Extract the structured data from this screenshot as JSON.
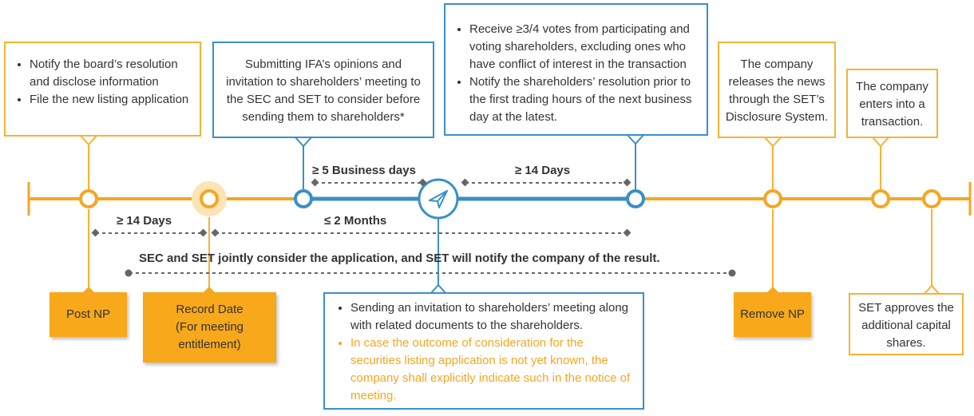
{
  "colors": {
    "accent_orange": "#f5a623",
    "accent_blue": "#3a8fc7",
    "dashed_gray": "#666666"
  },
  "boxes": {
    "notify": {
      "items": [
        "Notify the board’s resolution and disclose information",
        "File the new listing application"
      ]
    },
    "submitting": {
      "text": "Submitting IFA’s opinions and invitation to shareholders’ meeting to the SEC and SET to consider before sending them to shareholders*"
    },
    "votes": {
      "items": [
        "Receive ≥3/4 votes from participating and voting shareholders, excluding ones who have conflict of interest in the transaction",
        "Notify the shareholders’ resolution prior to the first trading hours of the next business day at the latest."
      ]
    },
    "releases": {
      "text": "The company releases the news through the SET’s Disclosure System."
    },
    "enters": {
      "text": "The company enters into a transaction."
    },
    "sending": {
      "item1": "Sending an invitation to shareholders’ meeting along with related documents to the shareholders.",
      "item2": "In case the outcome of consideration for the securities listing application is not yet known, the company shall explicitly indicate such in the notice of meeting."
    },
    "set_approves": {
      "text": "SET approves the additional capital shares."
    }
  },
  "tags": {
    "post_np": "Post NP",
    "record_date": "Record Date (For meeting entitlement)",
    "remove_np": "Remove NP"
  },
  "labels": {
    "business_days": "≥ 5 Business days",
    "fourteen_days_right": "≥ 14 Days",
    "fourteen_days_left": "≥ 14 Days",
    "two_months": "≤ 2 Months",
    "sec_set": "SEC and SET  jointly consider the application, and SET will notify the company of the result."
  },
  "icons": {
    "milestone": "paper-plane-icon"
  }
}
